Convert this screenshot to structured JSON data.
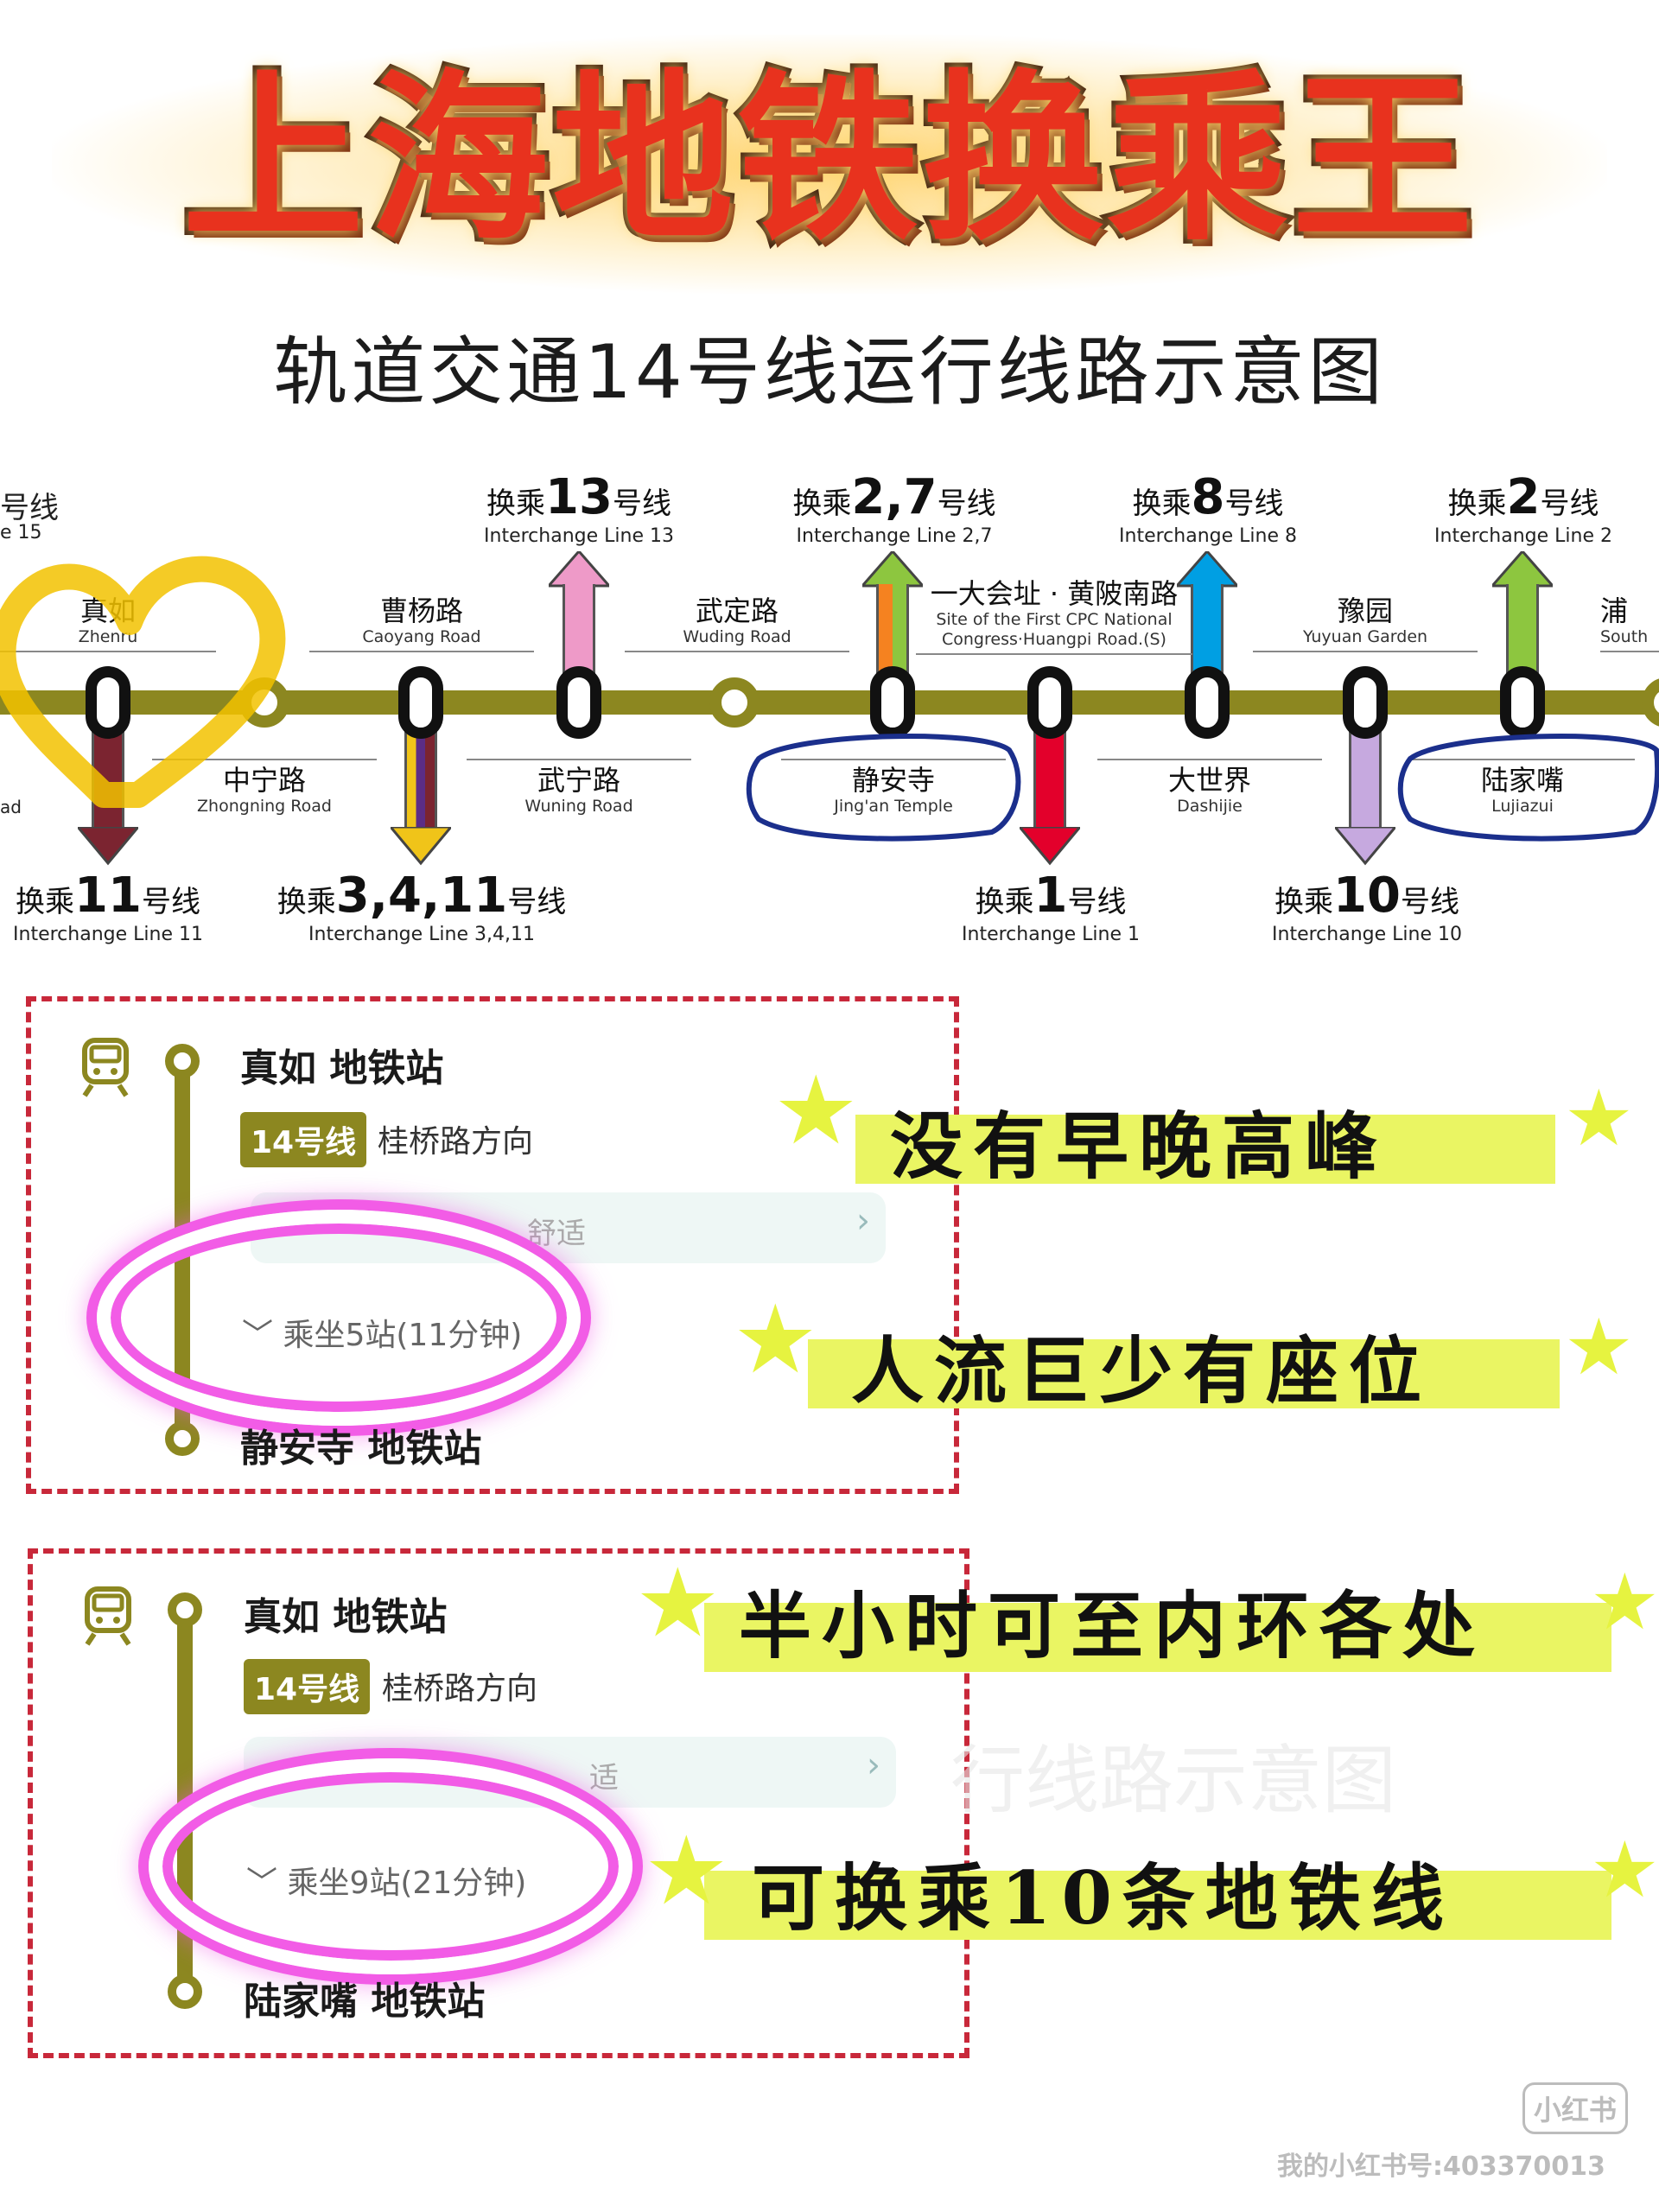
{
  "title": "上海地铁换乘王",
  "subtitle": "轨道交通14号线运行线路示意图",
  "line_color": "#8c8720",
  "stations": [
    {
      "cn": "真如",
      "en": "Zhenru"
    },
    {
      "cn": "中宁路",
      "en": "Zhongning Road"
    },
    {
      "cn": "曹杨路",
      "en": "Caoyang Road"
    },
    {
      "cn": "武宁路",
      "en": "Wuning Road"
    },
    {
      "cn": "武定路",
      "en": "Wuding Road"
    },
    {
      "cn": "静安寺",
      "en": "Jing'an Temple"
    },
    {
      "cn": "一大会址 · 黄陂南路",
      "en": "Site of the First CPC National Congress·Huangpi Road.(S)"
    },
    {
      "cn": "大世界",
      "en": "Dashijie"
    },
    {
      "cn": "豫园",
      "en": "Yuyuan Garden"
    },
    {
      "cn": "陆家嘴",
      "en": "Lujiazui"
    },
    {
      "cn": "浦",
      "en": "South"
    }
  ],
  "edge_left": {
    "cn": "号线",
    "en": "e 15",
    "bottom_en": "ad"
  },
  "interchanges": [
    {
      "pre": "换乘",
      "num": "11",
      "post": "号线",
      "en": "Interchange Line 11"
    },
    {
      "pre": "换乘",
      "num": "3,4,11",
      "post": "号线",
      "en": "Interchange Line 3,4,11"
    },
    {
      "pre": "换乘",
      "num": "13",
      "post": "号线",
      "en": "Interchange Line 13"
    },
    {
      "pre": "换乘",
      "num": "2,7",
      "post": "号线",
      "en": "Interchange Line 2,7"
    },
    {
      "pre": "换乘",
      "num": "1",
      "post": "号线",
      "en": "Interchange Line 1"
    },
    {
      "pre": "换乘",
      "num": "8",
      "post": "号线",
      "en": "Interchange Line 8"
    },
    {
      "pre": "换乘",
      "num": "10",
      "post": "号线",
      "en": "Interchange Line 10"
    },
    {
      "pre": "换乘",
      "num": "2",
      "post": "号线",
      "en": "Interchange Line 2"
    }
  ],
  "line_colors": {
    "line11": "#7b2430",
    "line3": "#f0c419",
    "line4": "#5b2d86",
    "line13": "#ee9ac8",
    "line2": "#8dc63f",
    "line7": "#f58220",
    "line1": "#e3002b",
    "line8": "#009fe3",
    "line10": "#c6a9df"
  },
  "cards": [
    {
      "from": "真如 地铁站",
      "badge": "14号线",
      "direction": "桂桥路方向",
      "info": "舒适",
      "ride": "乘坐5站(11分钟)",
      "to": "静安寺 地铁站"
    },
    {
      "from": "真如 地铁站",
      "badge": "14号线",
      "direction": "桂桥路方向",
      "info": "适",
      "ride": "乘坐9站(21分钟)",
      "to": "陆家嘴 地铁站"
    }
  ],
  "highlights": [
    "没有早晚高峰",
    "人流巨少有座位",
    "半小时可至内环各处",
    "可换乘10条地铁线"
  ],
  "ghost_text": "行线路示意图",
  "watermark": {
    "logo": "小红书",
    "id": "我的小红书号:403370013"
  }
}
